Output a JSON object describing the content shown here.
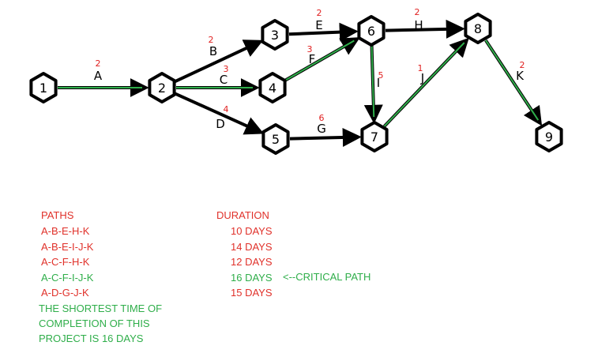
{
  "diagram": {
    "nodes": [
      {
        "id": "1",
        "label": "1"
      },
      {
        "id": "2",
        "label": "2"
      },
      {
        "id": "3",
        "label": "3"
      },
      {
        "id": "4",
        "label": "4"
      },
      {
        "id": "5",
        "label": "5"
      },
      {
        "id": "6",
        "label": "6"
      },
      {
        "id": "7",
        "label": "7"
      },
      {
        "id": "8",
        "label": "8"
      },
      {
        "id": "9",
        "label": "9"
      }
    ],
    "edges": [
      {
        "from": "1",
        "to": "2",
        "label": "A",
        "duration": "2",
        "critical": true
      },
      {
        "from": "2",
        "to": "3",
        "label": "B",
        "duration": "2",
        "critical": false
      },
      {
        "from": "2",
        "to": "4",
        "label": "C",
        "duration": "3",
        "critical": true
      },
      {
        "from": "2",
        "to": "5",
        "label": "D",
        "duration": "4",
        "critical": false
      },
      {
        "from": "3",
        "to": "6",
        "label": "E",
        "duration": "2",
        "critical": false
      },
      {
        "from": "4",
        "to": "6",
        "label": "F",
        "duration": "3",
        "critical": true
      },
      {
        "from": "5",
        "to": "7",
        "label": "G",
        "duration": "6",
        "critical": false
      },
      {
        "from": "6",
        "to": "8",
        "label": "H",
        "duration": "2",
        "critical": false
      },
      {
        "from": "6",
        "to": "7",
        "label": "I",
        "duration": "5",
        "critical": true
      },
      {
        "from": "7",
        "to": "8",
        "label": "J",
        "duration": "1",
        "critical": true
      },
      {
        "from": "8",
        "to": "9",
        "label": "K",
        "duration": "2",
        "critical": true
      }
    ],
    "colors": {
      "edge": "#000000",
      "critical": "#2fae4a",
      "duration": "#e02020"
    }
  },
  "table": {
    "paths_header": "PATHS",
    "duration_header": "DURATION",
    "rows": [
      {
        "path": "A-B-E-H-K",
        "duration": "10 DAYS",
        "critical": false
      },
      {
        "path": "A-B-E-I-J-K",
        "duration": "14 DAYS",
        "critical": false
      },
      {
        "path": "A-C-F-H-K",
        "duration": "12 DAYS",
        "critical": false
      },
      {
        "path": "A-C-F-I-J-K",
        "duration": "16 DAYS",
        "critical": true
      },
      {
        "path": "A-D-G-J-K",
        "duration": "15 DAYS",
        "critical": false
      }
    ],
    "critical_note": "<--CRITICAL PATH",
    "conclusion": [
      "THE SHORTEST TIME OF",
      "COMPLETION OF THIS",
      "PROJECT IS 16 DAYS"
    ]
  }
}
